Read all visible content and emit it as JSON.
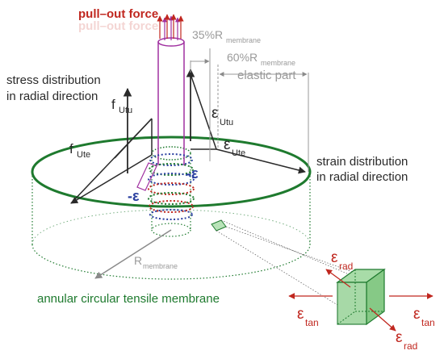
{
  "labels": {
    "pull_out_force": "pull–out force",
    "pull_out_force_ghost": "pull–out force",
    "stress_line1": "stress distribution",
    "stress_line2": "in radial direction",
    "strain_line1": "strain distribution",
    "strain_line2": "in radial direction",
    "r35_pct": "35%R",
    "r60_pct": "60%R",
    "membrane_sub": "membrane",
    "elastic_part": "elastic part",
    "f_utu_main": "f",
    "f_utu_sub": "Utu",
    "f_ute_main": "f",
    "f_ute_sub": "Ute",
    "eps_utu_main": "ε",
    "eps_utu_sub": "Utu",
    "eps_ute_main": "ε",
    "eps_ute_sub": "Ute",
    "neg_eps_right": "-ε",
    "neg_eps_left": "-ε",
    "r_membrane_main": "R",
    "r_membrane_sub": "membrane",
    "annular_membrane": "annular circular tensile membrane",
    "eps_rad_top_main": "ε",
    "eps_rad_top_sub": "rad",
    "eps_rad_bottom_main": "ε",
    "eps_rad_bottom_sub": "rad",
    "eps_tan_left_main": "ε",
    "eps_tan_left_sub": "tan",
    "eps_tan_right_main": "ε",
    "eps_tan_right_sub": "tan"
  },
  "colors": {
    "membrane_green": "#1e7a2e",
    "force_red": "#c0271f",
    "dim_grey": "#9a9a9a",
    "pole_purple": "#a030a0",
    "arrow_dark": "#2a2a2a",
    "blue_band": "#2a3fa0",
    "element_fill": "#8fd08f"
  }
}
